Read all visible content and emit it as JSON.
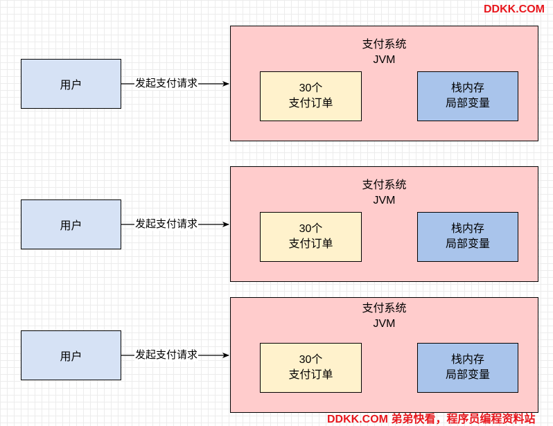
{
  "watermark_top": "DDKK.COM",
  "watermark_bottom": "DDKK.COM 弟弟快看，程序员编程资料站",
  "rows": [
    {
      "user": "用户",
      "edge_label": "发起支付请求",
      "system_title": "支付系统",
      "system_subtitle": "JVM",
      "order_line1": "30个",
      "order_line2": "支付订单",
      "stack_line1": "栈内存",
      "stack_line2": "局部变量"
    },
    {
      "user": "用户",
      "edge_label": "发起支付请求",
      "system_title": "支付系统",
      "system_subtitle": "JVM",
      "order_line1": "30个",
      "order_line2": "支付订单",
      "stack_line1": "栈内存",
      "stack_line2": "局部变量"
    },
    {
      "user": "用户",
      "edge_label": "发起支付请求",
      "system_title": "支付系统",
      "system_subtitle": "JVM",
      "order_line1": "30个",
      "order_line2": "支付订单",
      "stack_line1": "栈内存",
      "stack_line2": "局部变量"
    }
  ]
}
